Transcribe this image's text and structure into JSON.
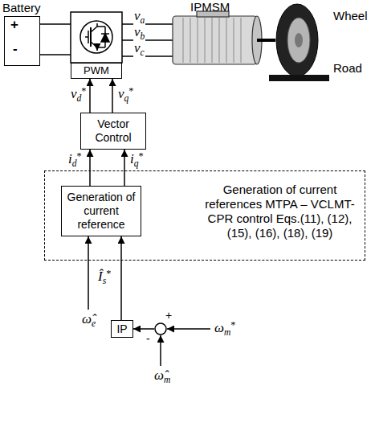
{
  "diagram": {
    "nodes": [
      {
        "text": [
          "Battery"
        ]
      },
      {
        "text": [
          "PWM"
        ]
      },
      {
        "text": [
          "IPMSM"
        ]
      },
      {
        "text": [
          "Wheel"
        ]
      },
      {
        "text": [
          "Vector Control"
        ]
      },
      {
        "text": [
          "Generation of current references MTPA – VCLMT-CPR control Eqs.(11), (12), (15), (16), (18), (19)"
        ]
      },
      {
        "text": [
          "Generation of current reference"
        ],
        "in": 5
      },
      {
        "text": [
          "IP"
        ]
      },
      {
        "text": [
          "+",
          "-"
        ]
      }
    ],
    "edges": [
      {
        "from": 4,
        "to": 1,
        "arrow": "to",
        "label": "vd*"
      },
      {
        "from": 4,
        "to": 1,
        "arrow": "to",
        "label": "vq*"
      },
      {
        "from": 6,
        "to": 4,
        "arrow": "to",
        "label": "id*"
      },
      {
        "from": 6,
        "to": 4,
        "arrow": "to",
        "label": "iq*"
      },
      {
        "from": 7,
        "to": 6,
        "arrow": "to",
        "label": "Îs*"
      },
      {
        "from": 8,
        "to": 7,
        "arrow": "to"
      },
      {
        "from": 2,
        "to": 3,
        "arrow": "none"
      }
    ],
    "labels": [
      "+",
      "-",
      "va",
      "vb",
      "vc",
      "ω̂e",
      "ωm*",
      "ω̂m",
      "Road"
    ]
  }
}
